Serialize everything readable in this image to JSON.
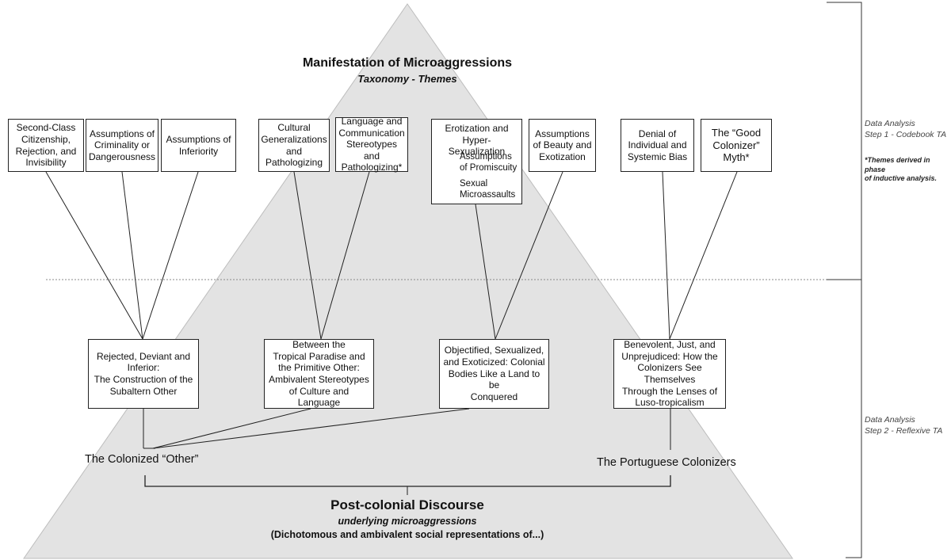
{
  "top": {
    "title": "Manifestation of Microaggressions",
    "subtitle": "Taxonomy - Themes"
  },
  "themes": [
    {
      "lines": [
        "Second-Class",
        "Citizenship,",
        "Rejection, and",
        "Invisibility"
      ]
    },
    {
      "lines": [
        "Assumptions of",
        "Criminality or",
        "Dangerousness"
      ]
    },
    {
      "lines": [
        "Assumptions of",
        "Inferiority"
      ]
    },
    {
      "lines": [
        "Cultural",
        "Generalizations",
        "and",
        "Pathologizing"
      ]
    },
    {
      "lines": [
        "Language and",
        "Communication",
        "Stereotypes and",
        "Pathologizing*"
      ]
    },
    {
      "lines": [
        "Erotization and",
        "Hyper-Sexualization"
      ]
    },
    {
      "lines": [
        "Assumptions",
        "of Beauty and",
        "Exotization"
      ]
    },
    {
      "lines": [
        "Denial of",
        "Individual and",
        "Systemic Bias"
      ]
    },
    {
      "lines": [
        "The “Good",
        "Colonizer”",
        "Myth*"
      ]
    }
  ],
  "subthemes": [
    {
      "lines": [
        "Assumptions",
        "of Promiscuity"
      ]
    },
    {
      "lines": [
        "Sexual",
        "Microassaults"
      ]
    }
  ],
  "categories": [
    {
      "lines": [
        "Rejected, Deviant and",
        "Inferior:",
        "The Construction of the",
        "Subaltern Other"
      ]
    },
    {
      "lines": [
        "Between the",
        "Tropical Paradise and",
        "the Primitive Other:",
        "Ambivalent Stereotypes",
        "of Culture and Language"
      ]
    },
    {
      "lines": [
        "Objectified, Sexualized,",
        "and Exoticized: Colonial",
        "Bodies Like a Land to be",
        "Conquered"
      ]
    },
    {
      "lines": [
        "Benevolent, Just, and",
        "Unprejudiced: How the",
        "Colonizers See Themselves",
        "Through the Lenses of",
        "Luso-tropicalism"
      ]
    }
  ],
  "groups": {
    "colonized": "The Colonized “Other”",
    "colonizers": "The Portuguese Colonizers"
  },
  "bottom": {
    "title": "Post-colonial Discourse",
    "subtitle": "underlying microaggressions",
    "note": "(Dichotomous and ambivalent social representations of...)"
  },
  "side": {
    "step1": [
      "Data Analysis",
      "Step 1 - Codebook TA"
    ],
    "step1_note": [
      "*Themes derived in phase",
      "of inductive analysis."
    ],
    "step2": [
      "Data Analysis",
      "Step 2  - Reflexive TA"
    ]
  }
}
